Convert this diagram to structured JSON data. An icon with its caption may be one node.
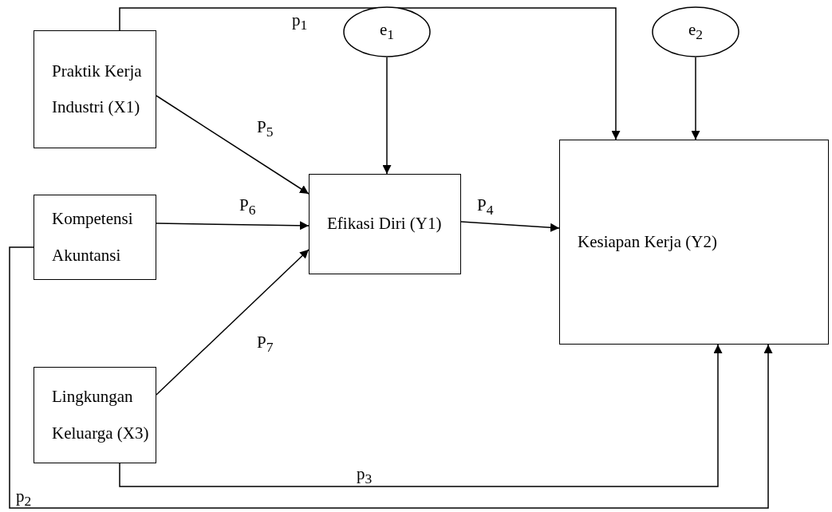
{
  "diagram": {
    "nodes": [
      {
        "text": [
          "Praktik Kerja Industri (X1)"
        ]
      },
      {
        "text": [
          "Kompetensi Akuntansi"
        ]
      },
      {
        "text": [
          "Lingkungan Keluarga (X3)"
        ]
      },
      {
        "text": [
          "Efikasi Diri (Y1)"
        ]
      },
      {
        "text": [
          "Kesiapan Kerja (Y2)"
        ]
      },
      {
        "text": [
          "e$_{1}$"
        ]
      },
      {
        "text": [
          "e$_{2}$"
        ]
      }
    ],
    "edges": [
      {
        "from": 0,
        "to": 4,
        "arrow": "to",
        "label": "p$_{1}$"
      },
      {
        "from": 0,
        "to": 3,
        "arrow": "to",
        "label": "P$_{5}$"
      },
      {
        "from": 1,
        "to": 3,
        "arrow": "to",
        "label": "P$_{6}$"
      },
      {
        "from": 2,
        "to": 3,
        "arrow": "to",
        "label": "P$_{7}$"
      },
      {
        "from": 3,
        "to": 4,
        "arrow": "to",
        "label": "P$_{4}$"
      },
      {
        "from": 5,
        "to": 3,
        "arrow": "to"
      },
      {
        "from": 6,
        "to": 4,
        "arrow": "to"
      },
      {
        "from": 2,
        "to": 4,
        "arrow": "to",
        "label": "p$_{3}$"
      },
      {
        "from": 1,
        "to": 4,
        "arrow": "to",
        "label": "p$_{2}$"
      }
    ]
  }
}
